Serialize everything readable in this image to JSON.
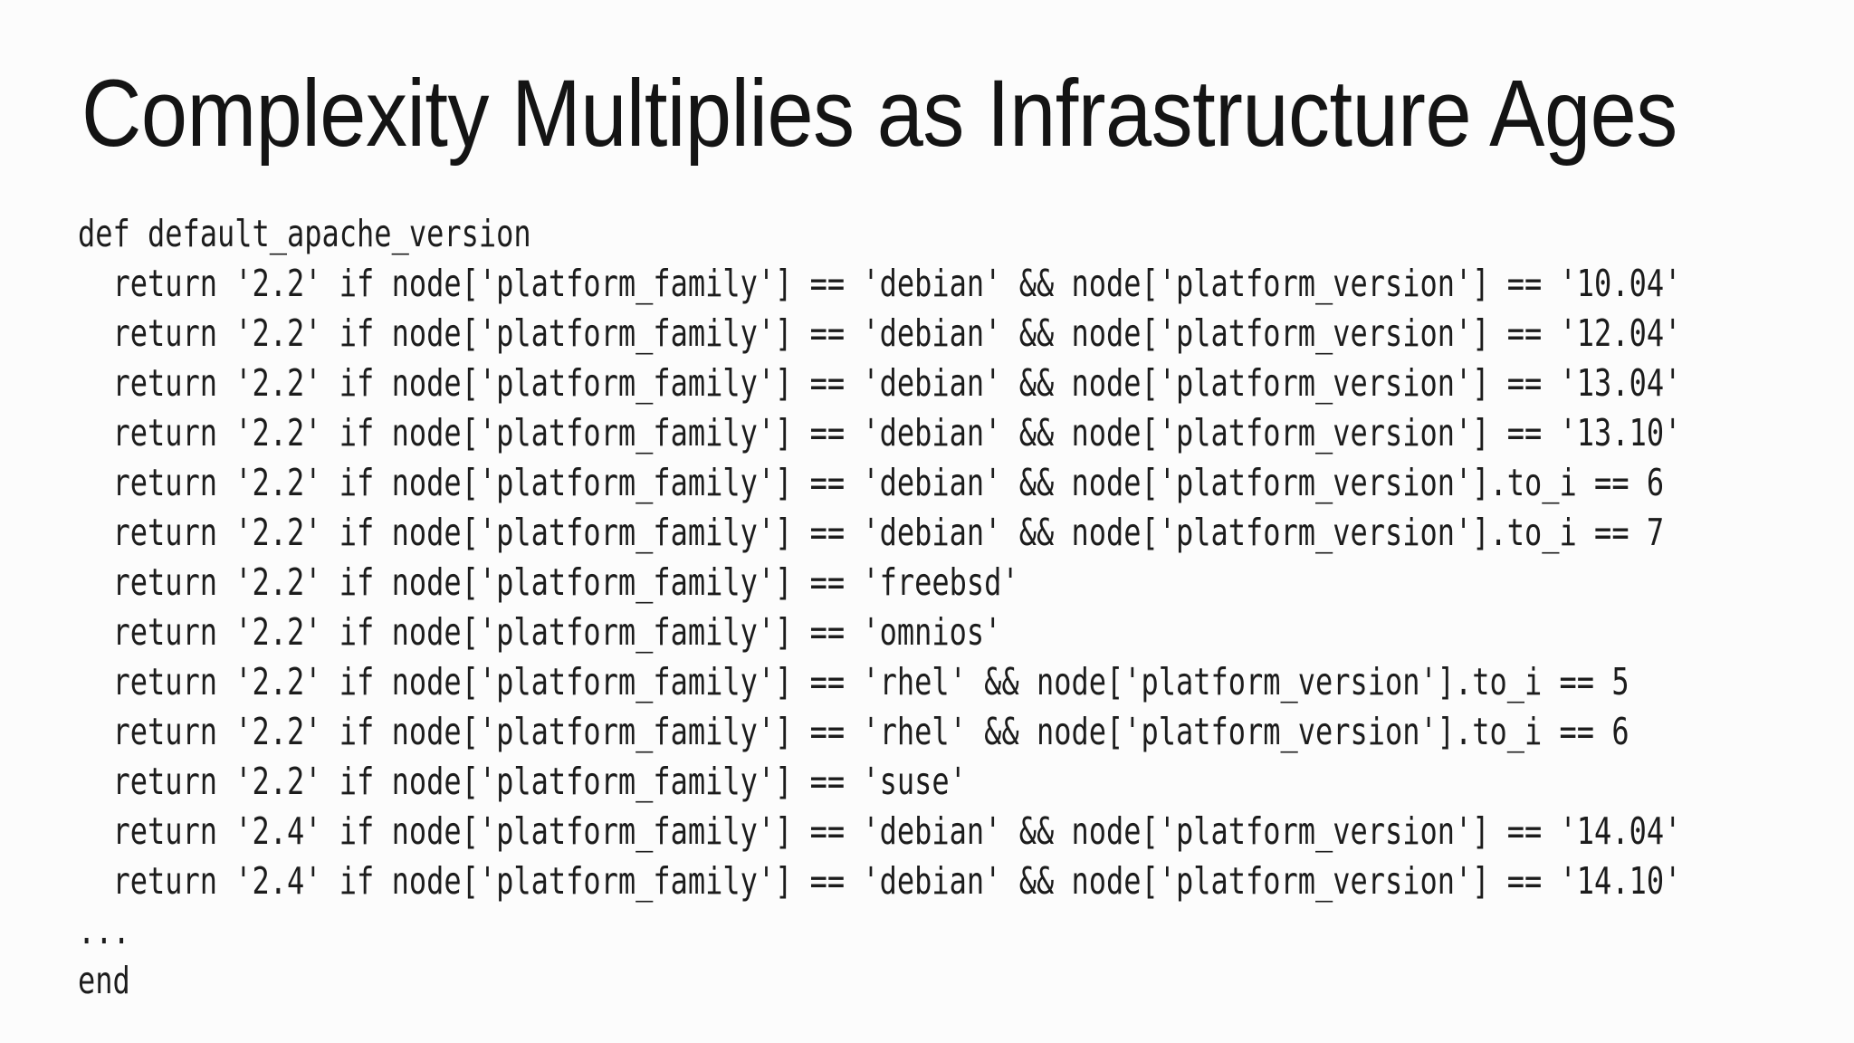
{
  "slide": {
    "title": "Complexity Multiplies as Infrastructure Ages",
    "code": {
      "language": "ruby",
      "lines": [
        "def default_apache_version",
        "  return '2.2' if node['platform_family'] == 'debian' && node['platform_version'] == '10.04'",
        "  return '2.2' if node['platform_family'] == 'debian' && node['platform_version'] == '12.04'",
        "  return '2.2' if node['platform_family'] == 'debian' && node['platform_version'] == '13.04'",
        "  return '2.2' if node['platform_family'] == 'debian' && node['platform_version'] == '13.10'",
        "  return '2.2' if node['platform_family'] == 'debian' && node['platform_version'].to_i == 6",
        "  return '2.2' if node['platform_family'] == 'debian' && node['platform_version'].to_i == 7",
        "  return '2.2' if node['platform_family'] == 'freebsd'",
        "  return '2.2' if node['platform_family'] == 'omnios'",
        "  return '2.2' if node['platform_family'] == 'rhel' && node['platform_version'].to_i == 5",
        "  return '2.2' if node['platform_family'] == 'rhel' && node['platform_version'].to_i == 6",
        "  return '2.2' if node['platform_family'] == 'suse'",
        "  return '2.4' if node['platform_family'] == 'debian' && node['platform_version'] == '14.04'",
        "  return '2.4' if node['platform_family'] == 'debian' && node['platform_version'] == '14.10'",
        "...",
        "end"
      ]
    },
    "colors": {
      "background": "#fcfcfc",
      "title_text": "#141414",
      "code_text": "#1c1c1c"
    }
  }
}
